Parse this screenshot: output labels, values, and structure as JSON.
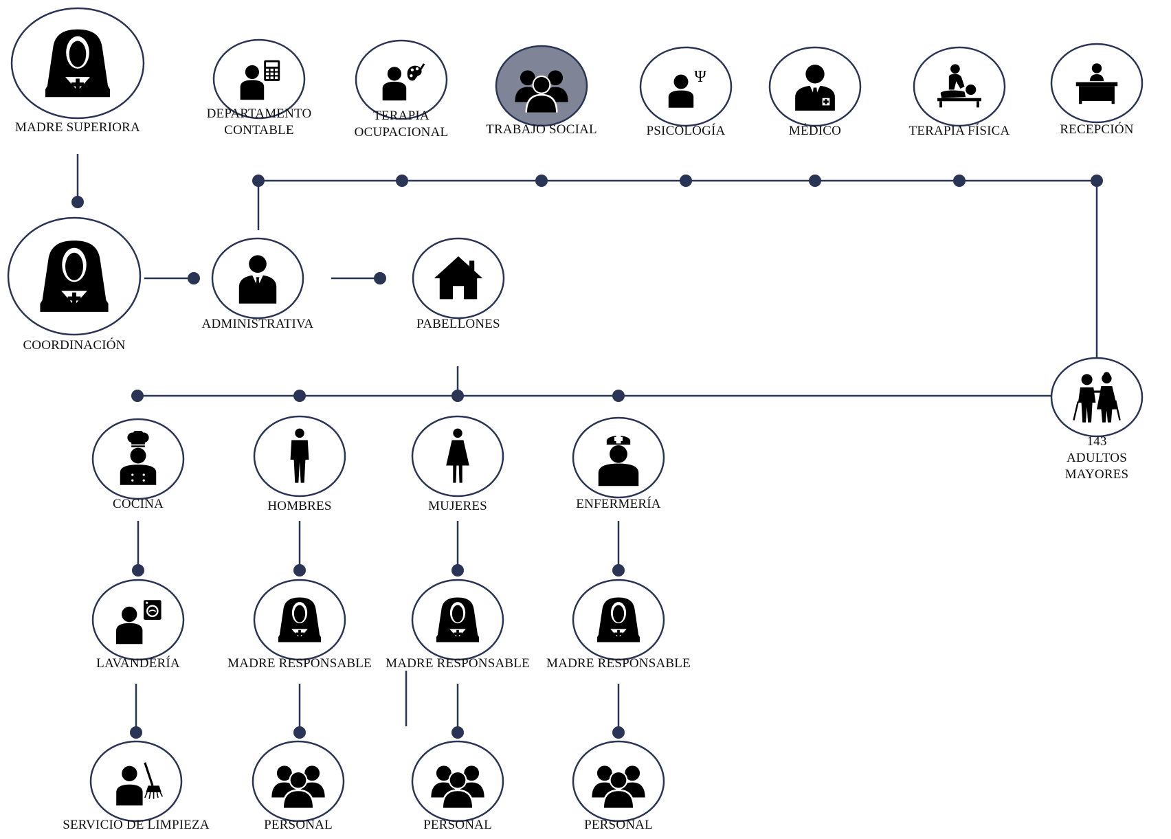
{
  "colors": {
    "line": "#2a3555",
    "dot": "#2a3555",
    "circle_stroke": "#2a3555",
    "circle_fill": "#ffffff",
    "highlight_fill": "#7f8497",
    "icon": "#000000"
  },
  "nodes": [
    {
      "id": "madre-superiora",
      "label": "MADRE SUPERIORA",
      "icon": "nun-icon"
    },
    {
      "id": "coordinacion",
      "label": "COORDINACIÓN",
      "icon": "nun-icon"
    },
    {
      "id": "administrativa",
      "label": "ADMINISTRATIVA",
      "icon": "businessman-icon"
    },
    {
      "id": "pabellones",
      "label": "PABELLONES",
      "icon": "house-icon"
    },
    {
      "id": "departamento-contable",
      "label": "DEPARTAMENTO\nCONTABLE",
      "icon": "accountant-icon"
    },
    {
      "id": "terapia-ocupacional",
      "label": "TERAPIA\nOCUPACIONAL",
      "icon": "painter-icon"
    },
    {
      "id": "trabajo-social",
      "label": "TRABAJO SOCIAL",
      "icon": "group-icon",
      "highlight": true
    },
    {
      "id": "psicologia",
      "label": "PSICOLOGÍA",
      "icon": "psychologist-icon"
    },
    {
      "id": "medico",
      "label": "MÉDICO",
      "icon": "doctor-icon"
    },
    {
      "id": "terapia-fisica",
      "label": "TERAPIA FÍSICA",
      "icon": "massage-icon"
    },
    {
      "id": "recepcion",
      "label": "RECEPCIÓN",
      "icon": "reception-desk-icon"
    },
    {
      "id": "adultos-mayores",
      "label": "143 ADULTOS MAYORES",
      "icon": "elderly-couple-icon"
    },
    {
      "id": "cocina",
      "label": "COCINA",
      "icon": "chef-icon"
    },
    {
      "id": "hombres",
      "label": "HOMBRES",
      "icon": "man-icon"
    },
    {
      "id": "mujeres",
      "label": "MUJERES",
      "icon": "woman-icon"
    },
    {
      "id": "enfermeria",
      "label": "ENFERMERÍA",
      "icon": "nurse-icon"
    },
    {
      "id": "lavanderia",
      "label": "LAVANDERÍA",
      "icon": "laundry-icon"
    },
    {
      "id": "madre-responsable-hombres",
      "label": "MADRE RESPONSABLE",
      "icon": "nun-icon"
    },
    {
      "id": "madre-responsable-mujeres",
      "label": "MADRE RESPONSABLE",
      "icon": "nun-icon"
    },
    {
      "id": "madre-responsable-enfermeria",
      "label": "MADRE RESPONSABLE",
      "icon": "nun-icon"
    },
    {
      "id": "servicio-limpieza",
      "label": "SERVICIO DE LIMPIEZA",
      "icon": "cleaner-icon"
    },
    {
      "id": "personal-hombres",
      "label": "PERSONAL",
      "icon": "group-icon"
    },
    {
      "id": "personal-mujeres",
      "label": "PERSONAL",
      "icon": "group-icon"
    },
    {
      "id": "personal-enfermeria",
      "label": "PERSONAL",
      "icon": "group-icon"
    }
  ]
}
